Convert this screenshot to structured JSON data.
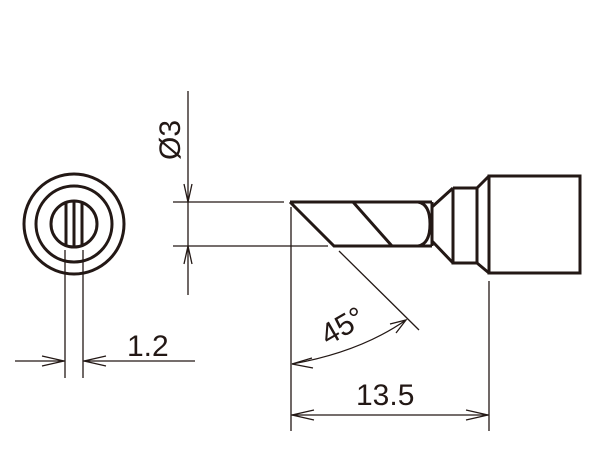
{
  "drawing": {
    "subject": "soldering tip, bevel type",
    "colors": {
      "line": "#231815",
      "background": "#ffffff"
    },
    "dimensions": {
      "diameter": {
        "label": "Ø3",
        "value": 3,
        "unit": "mm"
      },
      "width": {
        "label": "1.2",
        "value": 1.2,
        "unit": "mm"
      },
      "angle": {
        "label": "45°",
        "value": 45,
        "unit": "deg"
      },
      "length": {
        "label": "13.5",
        "value": 13.5,
        "unit": "mm"
      }
    },
    "views": [
      "end-view",
      "side-view"
    ]
  }
}
